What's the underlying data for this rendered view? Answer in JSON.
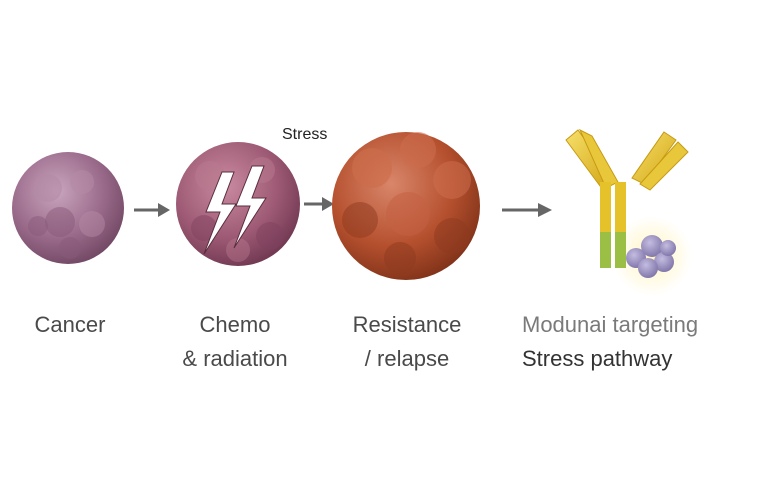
{
  "stages": [
    {
      "line1": "Cancer",
      "line2": ""
    },
    {
      "line1": "Chemo",
      "line2": "& radiation"
    },
    {
      "line1": "Resistance",
      "line2": "/ relapse"
    },
    {
      "line1": "Modunai targeting",
      "line2": "Stress pathway"
    }
  ],
  "stress_label": "Stress",
  "colors": {
    "cancer_cell": "#9a6a8a",
    "chemo_cell": "#9e5a74",
    "resistant_cell": "#b5502e",
    "antibody": "#e6c22a",
    "antibody_stem": "#9bbf45",
    "target_cluster": "#8f87b8",
    "arrow": "#666666"
  },
  "icons": [
    "cancer-cell-icon",
    "lightning-bolt-icon",
    "resistant-tumor-icon",
    "antibody-icon",
    "target-protein-icon",
    "arrow-right-icon"
  ]
}
